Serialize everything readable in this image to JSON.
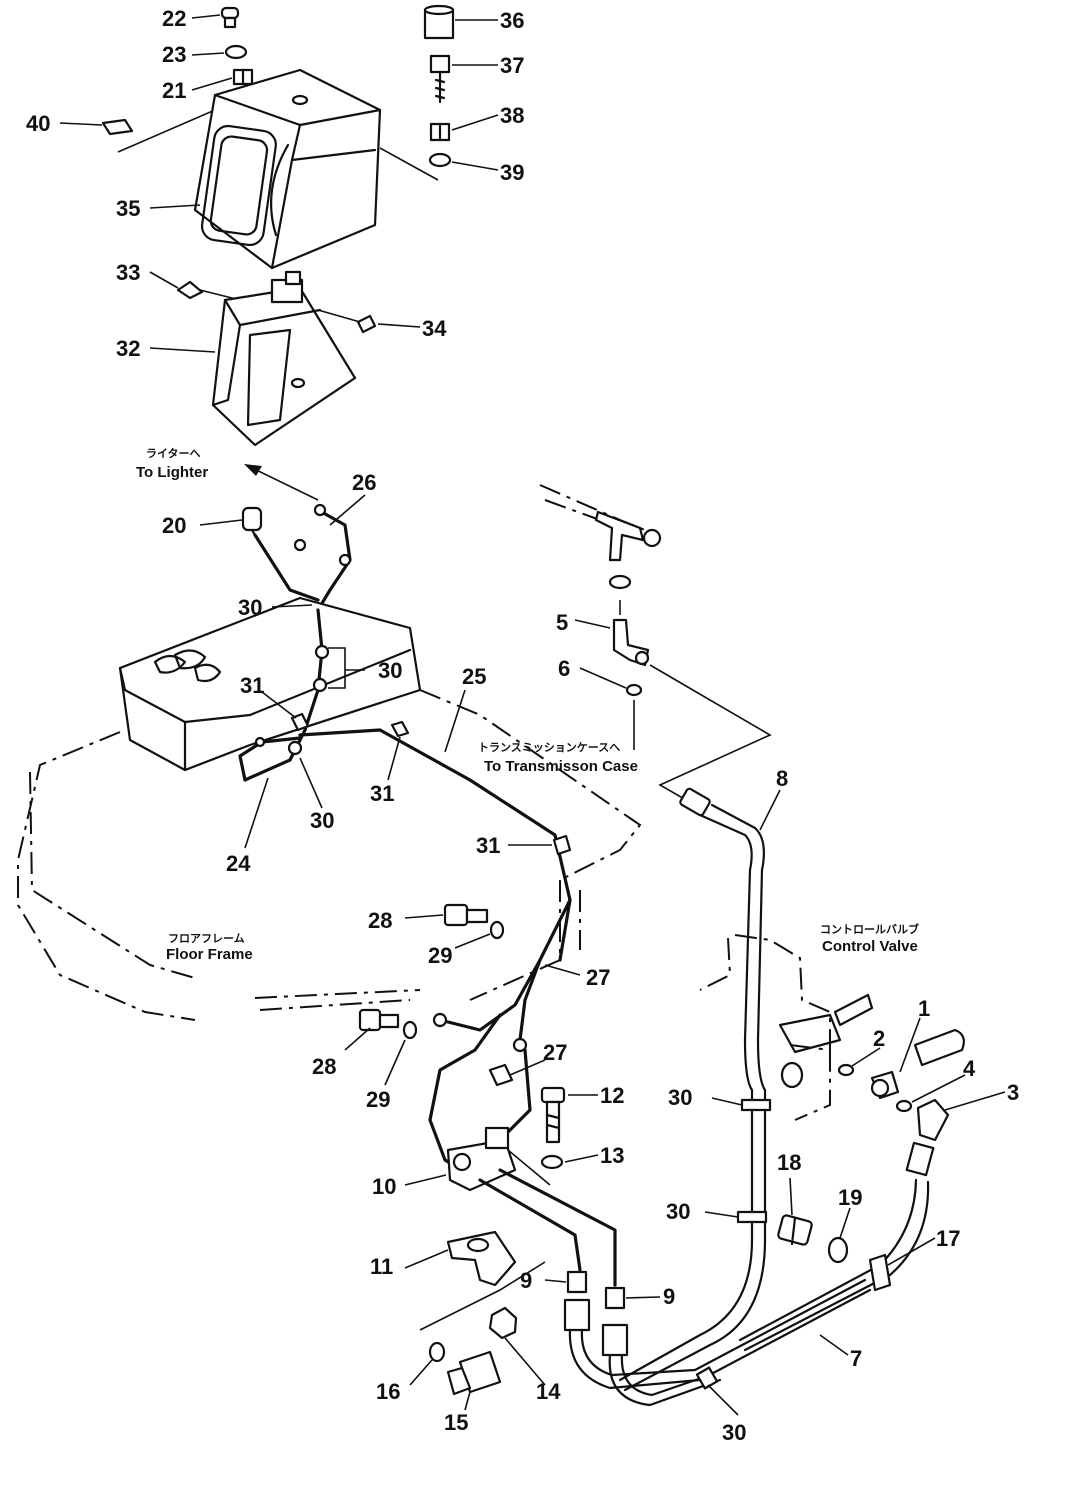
{
  "callouts": [
    {
      "id": "22",
      "text": "22"
    },
    {
      "id": "23",
      "text": "23"
    },
    {
      "id": "21",
      "text": "21"
    },
    {
      "id": "40",
      "text": "40"
    },
    {
      "id": "35",
      "text": "35"
    },
    {
      "id": "36",
      "text": "36"
    },
    {
      "id": "37",
      "text": "37"
    },
    {
      "id": "38",
      "text": "38"
    },
    {
      "id": "39",
      "text": "39"
    },
    {
      "id": "33",
      "text": "33"
    },
    {
      "id": "32",
      "text": "32"
    },
    {
      "id": "34",
      "text": "34"
    },
    {
      "id": "26",
      "text": "26"
    },
    {
      "id": "20",
      "text": "20"
    },
    {
      "id": "30a",
      "text": "30"
    },
    {
      "id": "30b",
      "text": "30"
    },
    {
      "id": "31a",
      "text": "31"
    },
    {
      "id": "25",
      "text": "25"
    },
    {
      "id": "31b",
      "text": "31"
    },
    {
      "id": "30c",
      "text": "30"
    },
    {
      "id": "24",
      "text": "24"
    },
    {
      "id": "31c",
      "text": "31"
    },
    {
      "id": "5",
      "text": "5"
    },
    {
      "id": "6",
      "text": "6"
    },
    {
      "id": "8",
      "text": "8"
    },
    {
      "id": "28a",
      "text": "28"
    },
    {
      "id": "29a",
      "text": "29"
    },
    {
      "id": "27a",
      "text": "27"
    },
    {
      "id": "28b",
      "text": "28"
    },
    {
      "id": "29b",
      "text": "29"
    },
    {
      "id": "27b",
      "text": "27"
    },
    {
      "id": "12",
      "text": "12"
    },
    {
      "id": "13",
      "text": "13"
    },
    {
      "id": "10",
      "text": "10"
    },
    {
      "id": "2",
      "text": "2"
    },
    {
      "id": "1",
      "text": "1"
    },
    {
      "id": "4",
      "text": "4"
    },
    {
      "id": "3",
      "text": "3"
    },
    {
      "id": "30d",
      "text": "30"
    },
    {
      "id": "30e",
      "text": "30"
    },
    {
      "id": "18",
      "text": "18"
    },
    {
      "id": "19",
      "text": "19"
    },
    {
      "id": "17",
      "text": "17"
    },
    {
      "id": "11",
      "text": "11"
    },
    {
      "id": "9a",
      "text": "9"
    },
    {
      "id": "9b",
      "text": "9"
    },
    {
      "id": "7",
      "text": "7"
    },
    {
      "id": "16",
      "text": "16"
    },
    {
      "id": "15",
      "text": "15"
    },
    {
      "id": "14",
      "text": "14"
    },
    {
      "id": "30f",
      "text": "30"
    }
  ],
  "labels": {
    "lighter_jp": "ライターへ",
    "lighter_en": "To Lighter",
    "transmission_jp": "トランスミッションケースへ",
    "transmission_en": "To Transmisson Case",
    "floor_jp": "フロアフレーム",
    "floor_en": "Floor Frame",
    "control_jp": "コントロールバルブ",
    "control_en": "Control Valve"
  }
}
